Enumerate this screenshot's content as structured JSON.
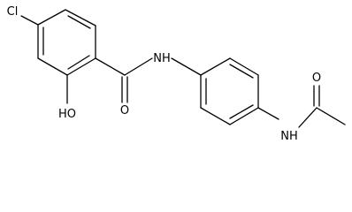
{
  "molecule": {
    "atom_labels": {
      "chlorine": "Cl",
      "hydroxyl": "HO",
      "amide_nh_1": "NH",
      "amide_o_1": "O",
      "amide_nh_2": "NH",
      "amide_o_2": "O"
    }
  }
}
